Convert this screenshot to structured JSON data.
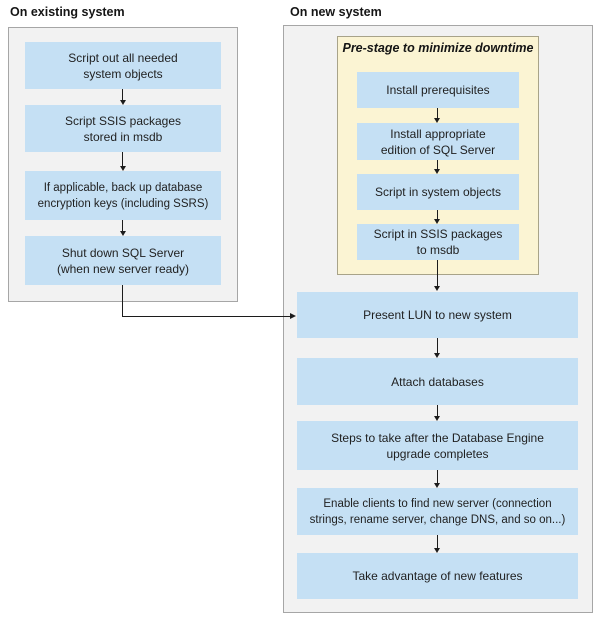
{
  "colors": {
    "box_blue": "#c5e0f4",
    "panel_bg": "#f2f2f2",
    "panel_border": "#a6a6a6",
    "prestage_bg": "#fbf4d3",
    "prestage_border": "#a8a389",
    "text": "#1f1f1f",
    "arrow": "#1c1c1c"
  },
  "left_panel": {
    "header": "On existing system",
    "steps": [
      "Script out all needed\nsystem objects",
      "Script SSIS packages\nstored in msdb",
      "If applicable, back up database\nencryption keys (including SSRS)",
      "Shut down SQL Server\n(when new server ready)"
    ]
  },
  "right_panel": {
    "header": "On new system",
    "prestage": {
      "title": "Pre-stage to minimize downtime",
      "steps": [
        "Install prerequisites",
        "Install appropriate\nedition of SQL Server",
        "Script in system objects",
        "Script in SSIS packages\nto msdb"
      ]
    },
    "steps": [
      "Present LUN to new system",
      "Attach databases",
      "Steps to take after the Database Engine\nupgrade completes",
      "Enable clients to find new server (connection\nstrings, rename server, change DNS, and so on...)",
      "Take advantage of new features"
    ]
  }
}
